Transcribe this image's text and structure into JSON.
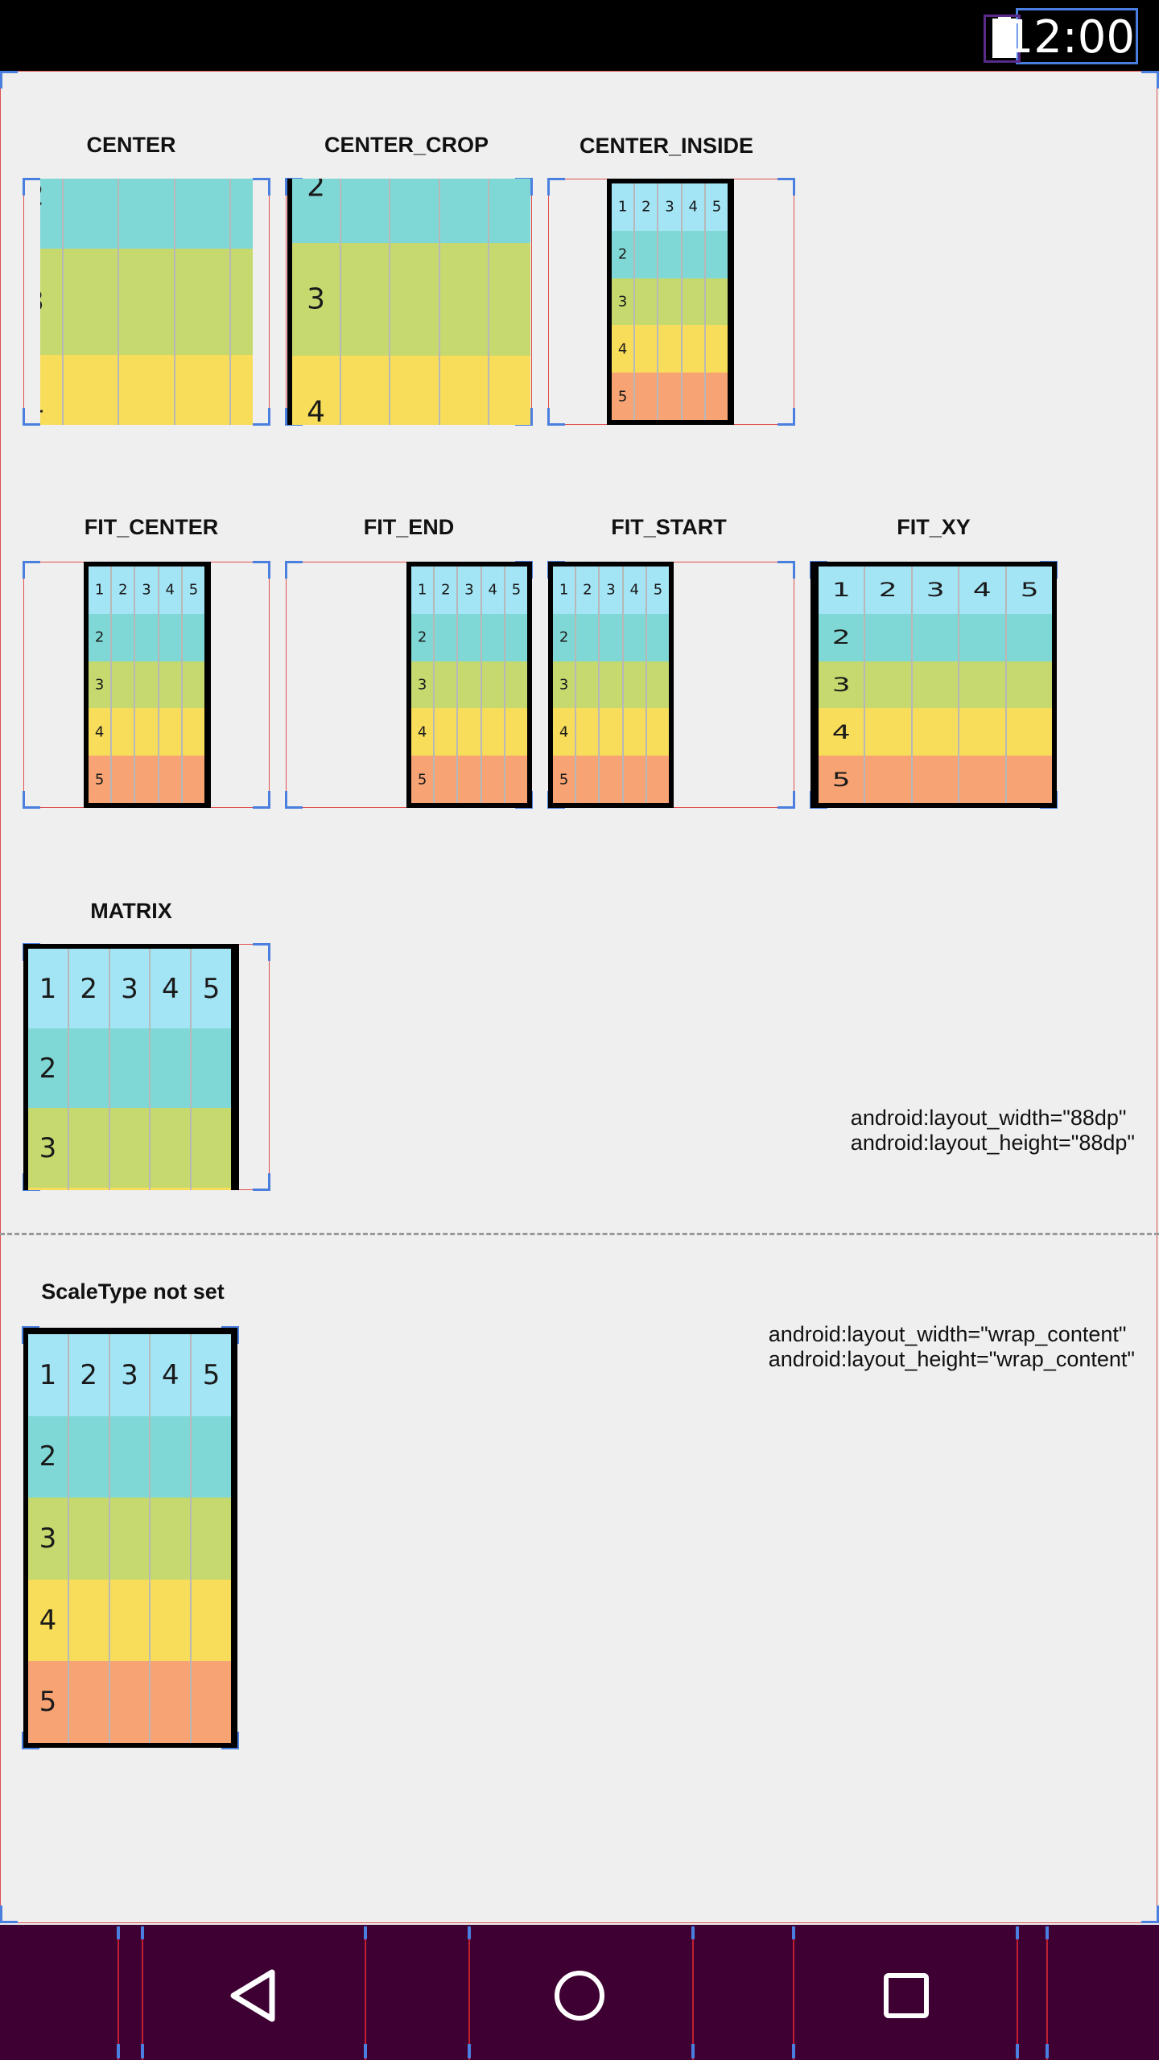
{
  "status_bar": {
    "time": "12:00",
    "icon": "battery-icon"
  },
  "colors": {
    "row1": "#a3e4f5",
    "row2": "#80d8d6",
    "row3": "#c5d96f",
    "row4": "#f8dd5a",
    "row5": "#f7a374",
    "bounds_blue": "#4a7fe0",
    "bounds_red": "#e05050",
    "nav_bg": "#3e0033"
  },
  "grid_numbers": [
    "1",
    "2",
    "3",
    "4",
    "5"
  ],
  "scale_types": [
    {
      "label": "CENTER"
    },
    {
      "label": "CENTER_CROP"
    },
    {
      "label": "CENTER_INSIDE"
    },
    {
      "label": "FIT_CENTER"
    },
    {
      "label": "FIT_END"
    },
    {
      "label": "FIT_START"
    },
    {
      "label": "FIT_XY"
    },
    {
      "label": "MATRIX"
    }
  ],
  "notes": {
    "fixed_size_line1": "android:layout_width=\"88dp\"",
    "fixed_size_line2": "android:layout_height=\"88dp\"",
    "wrap_line1": "android:layout_width=\"wrap_content\"",
    "wrap_line2": "android:layout_height=\"wrap_content\""
  },
  "unset_label": "ScaleType not set",
  "nav": {
    "back": "back-icon",
    "home": "home-icon",
    "recents": "recents-icon"
  }
}
